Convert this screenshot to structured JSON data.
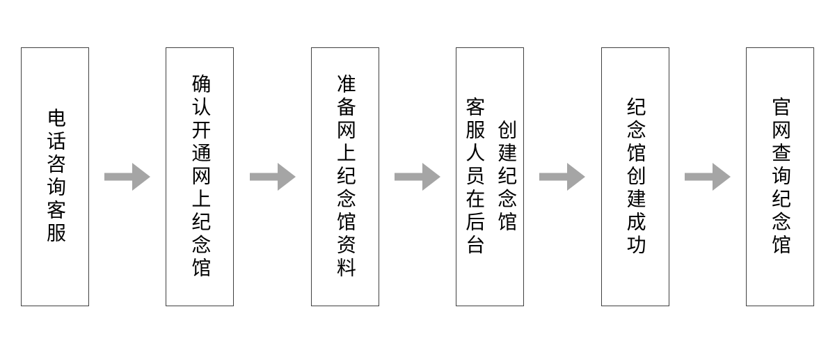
{
  "diagram": {
    "type": "flowchart",
    "direction": "left-to-right",
    "background": "#ffffff",
    "box_border_color": "#404040",
    "text_color": "#000000",
    "arrow_color": "#a5a5a5",
    "steps": [
      {
        "columns": [
          "电话咨询客服"
        ]
      },
      {
        "columns": [
          "确认开通网上纪念馆"
        ]
      },
      {
        "columns": [
          "准备网上纪念馆资料"
        ]
      },
      {
        "columns": [
          "客服人员在后台",
          "创建纪念馆"
        ]
      },
      {
        "columns": [
          "纪念馆创建成功"
        ]
      },
      {
        "columns": [
          "官网查询纪念馆"
        ]
      }
    ]
  }
}
